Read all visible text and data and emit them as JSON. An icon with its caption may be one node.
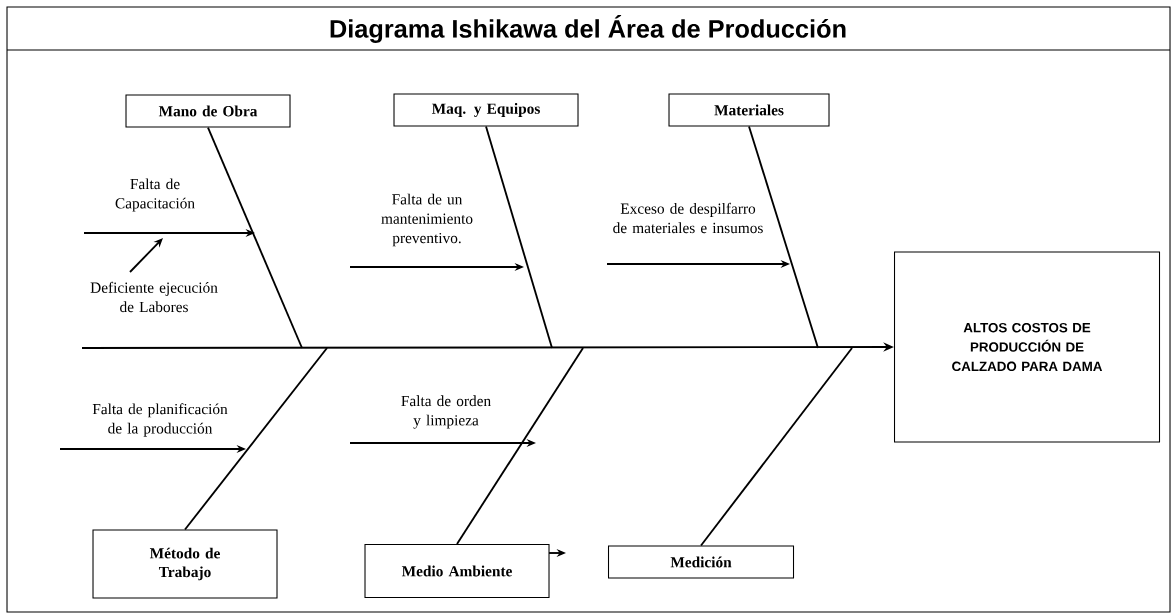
{
  "diagram": {
    "title": "Diagrama Ishikawa del Área de Producción",
    "nodes": [
      {
        "text": [
          "Mano de Obra"
        ]
      },
      {
        "text": [
          "Maq. y Equipos"
        ]
      },
      {
        "text": [
          "Materiales"
        ]
      },
      {
        "text": [
          "ALTOS COSTOS DE PRODUCCIÓN DE CALZADO PARA DAMA"
        ]
      },
      {
        "text": [
          "Método de Trabajo"
        ]
      },
      {
        "text": [
          "Medio Ambiente"
        ]
      },
      {
        "text": [
          "Medición"
        ]
      }
    ],
    "edges": [
      {
        "from": null,
        "to": 3,
        "arrow": "to"
      },
      {
        "from": 0,
        "to": null,
        "arrow": "none"
      },
      {
        "from": 1,
        "to": null,
        "arrow": "none"
      },
      {
        "from": 2,
        "to": null,
        "arrow": "none"
      },
      {
        "from": 4,
        "to": null,
        "arrow": "none"
      },
      {
        "from": 5,
        "to": null,
        "arrow": "none"
      },
      {
        "from": 6,
        "to": null,
        "arrow": "none"
      }
    ],
    "labels": [
      "Falta de Capacitación",
      "Falta de un mantenimiento preventivo.",
      "Exceso de despilfarro de materiales e insumos",
      "Deficiente ejecución de Labores",
      "Falta de planificación de la producción",
      "Falta de orden y limpieza"
    ]
  }
}
